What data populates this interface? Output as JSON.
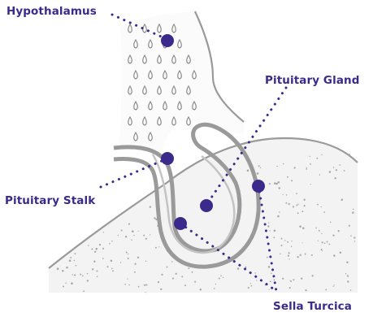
{
  "labels": {
    "hypothalamus": "Hypothalamus",
    "pituitary_gland": "Pituitary Gland",
    "pituitary_stalk": "Pituitary Stalk",
    "sella_turcica": "Sella Turcica"
  },
  "colors": {
    "label_text": "#3b2a8c",
    "marker": "#3b2a8c",
    "leader_dots": "#3b2a8c",
    "anatomy_stroke": "#9a9a9a",
    "bone_stipple": "#a8a8a8"
  }
}
